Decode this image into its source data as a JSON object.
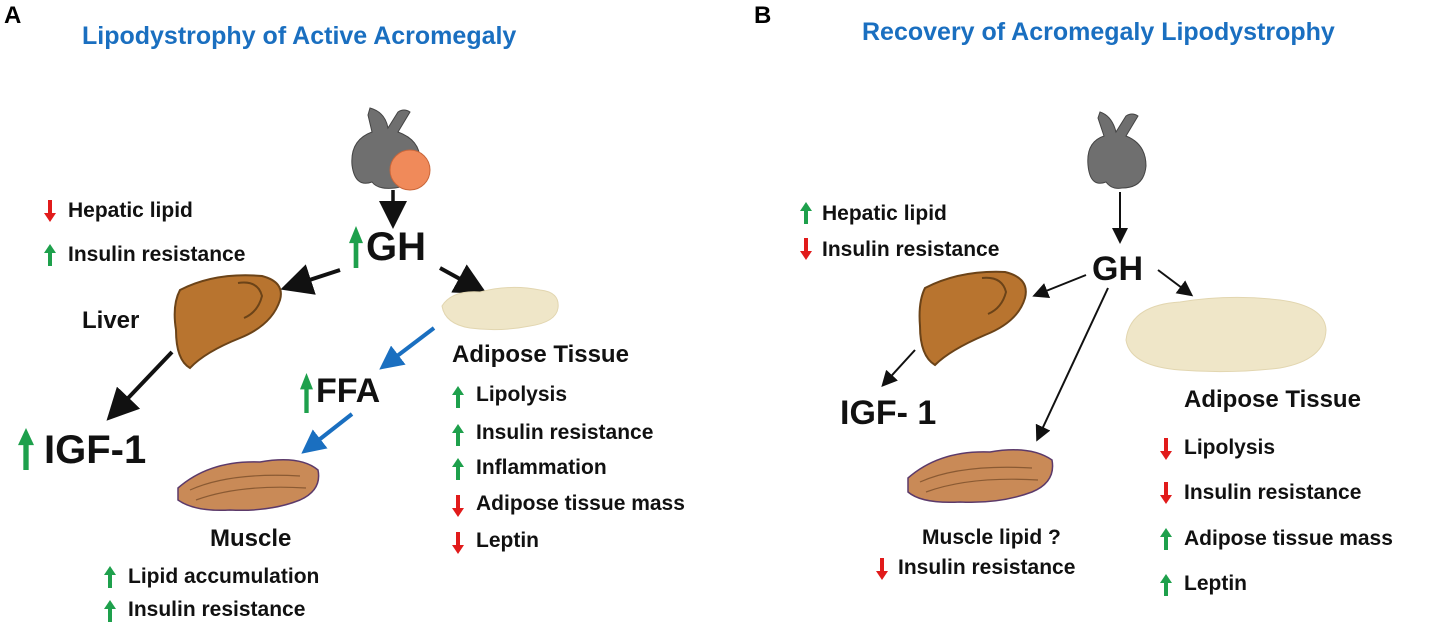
{
  "panel_a": {
    "letter": "A",
    "title": "Lipodystrophy of Active Acromegaly",
    "gh": "GH",
    "liver": "Liver",
    "igf1": "IGF-1",
    "ffa": "FFA",
    "muscle": "Muscle",
    "adipose": "Adipose Tissue",
    "liver_effects": [
      {
        "direction": "down",
        "text": "Hepatic lipid"
      },
      {
        "direction": "up",
        "text": "Insulin resistance"
      }
    ],
    "adipose_effects": [
      {
        "direction": "up",
        "text": "Lipolysis"
      },
      {
        "direction": "up",
        "text": "Insulin resistance"
      },
      {
        "direction": "up",
        "text": "Inflammation"
      },
      {
        "direction": "down",
        "text": "Adipose tissue mass"
      },
      {
        "direction": "down",
        "text": "Leptin"
      }
    ],
    "muscle_effects": [
      {
        "direction": "up",
        "text": "Lipid accumulation"
      },
      {
        "direction": "up",
        "text": "Insulin resistance"
      }
    ]
  },
  "panel_b": {
    "letter": "B",
    "title": "Recovery of Acromegaly Lipodystrophy",
    "gh": "GH",
    "igf1": "IGF- 1",
    "adipose": "Adipose Tissue",
    "liver_effects": [
      {
        "direction": "up",
        "text": "Hepatic lipid"
      },
      {
        "direction": "down",
        "text": "Insulin resistance"
      }
    ],
    "muscle_label": "Muscle lipid ?",
    "muscle_effects": [
      {
        "direction": "down",
        "text": "Insulin resistance"
      }
    ],
    "adipose_effects": [
      {
        "direction": "down",
        "text": "Lipolysis"
      },
      {
        "direction": "down",
        "text": "Insulin resistance"
      },
      {
        "direction": "up",
        "text": "Adipose tissue mass"
      },
      {
        "direction": "up",
        "text": "Leptin"
      }
    ]
  },
  "colors": {
    "title": "#1a6fc0",
    "up_arrow": "#1ea04c",
    "down_arrow": "#e11b1b",
    "blue_arrow": "#1a6fc0",
    "liver": "#b8742f",
    "tumor": "#f08a5a",
    "adipose": "#efe6c8",
    "muscle": "#c98a57"
  }
}
